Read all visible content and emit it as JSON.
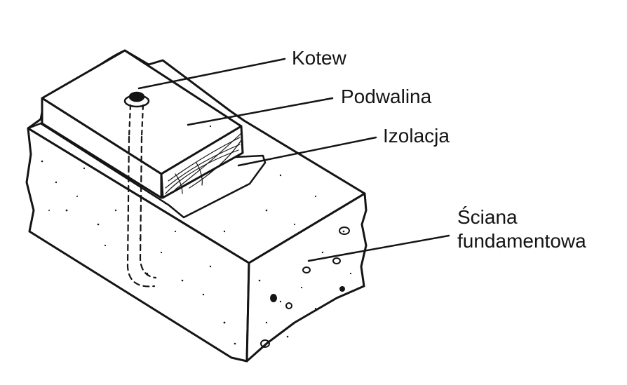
{
  "labels": {
    "anchor": "Kotew",
    "sill_plate": "Podwalina",
    "insulation": "Izolacja",
    "foundation_wall_line1": "Ściana",
    "foundation_wall_line2": "fundamentowa"
  },
  "colors": {
    "ink": "#141414",
    "background": "#ffffff"
  }
}
